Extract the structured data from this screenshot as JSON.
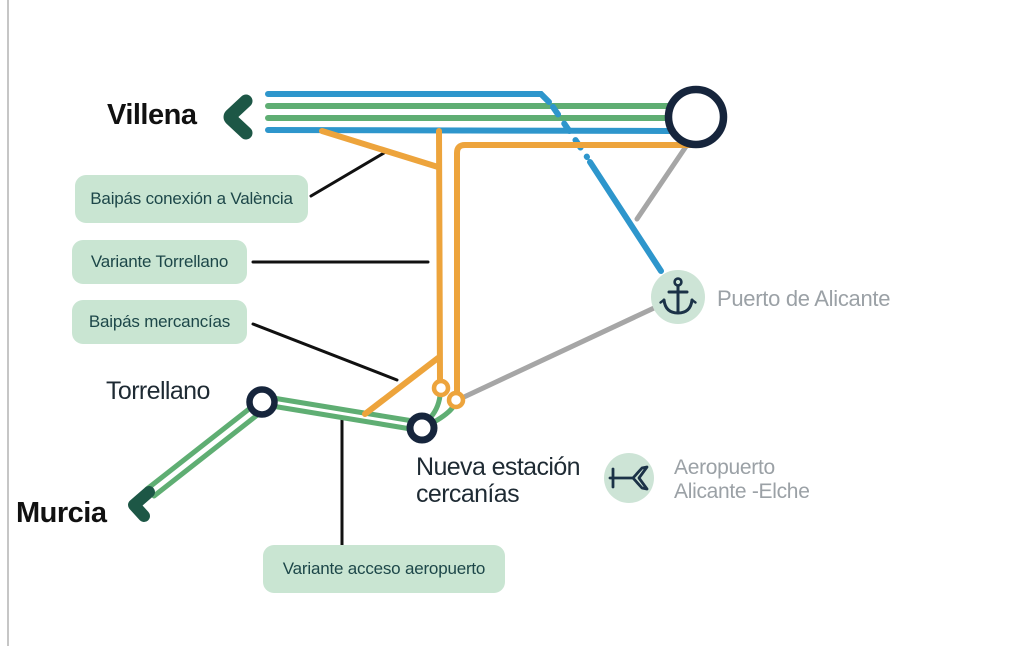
{
  "map": {
    "title_implicit": "Esquema ferroviario Alicante",
    "endpoints": {
      "villena": "Villena",
      "murcia": "Murcia"
    },
    "stations": {
      "torrellano": "Torrellano",
      "nueva_estacion_line1": "Nueva estación",
      "nueva_estacion_line2": "cercanías"
    },
    "pois": {
      "puerto": "Puerto de Alicante",
      "aeropuerto_line1": "Aeropuerto",
      "aeropuerto_line2": "Alicante -Elche"
    },
    "callouts": {
      "baipas_valencia": "Baipás conexión a València",
      "variante_torrellano": "Variante Torrellano",
      "baipas_mercancias": "Baipás mercancías",
      "variante_aeropuerto": "Variante acceso aeropuerto"
    },
    "icons": [
      "anchor-icon",
      "plane-icon",
      "villena-arrow-icon",
      "murcia-arrow-icon"
    ],
    "colors": {
      "blue": "#2e96cc",
      "green": "#5fae73",
      "orange": "#eda43c",
      "gray_line": "#a6a6a6",
      "navy": "#16253c",
      "dark_green": "#1d5746",
      "label_bg": "#c9e5d2",
      "label_text": "#1d4749",
      "station_text": "#1e2a33",
      "gray_text": "#9ba1a6",
      "black": "#111111",
      "poi_bg": "#cde4d6",
      "icon_navy": "#1b3247"
    }
  }
}
